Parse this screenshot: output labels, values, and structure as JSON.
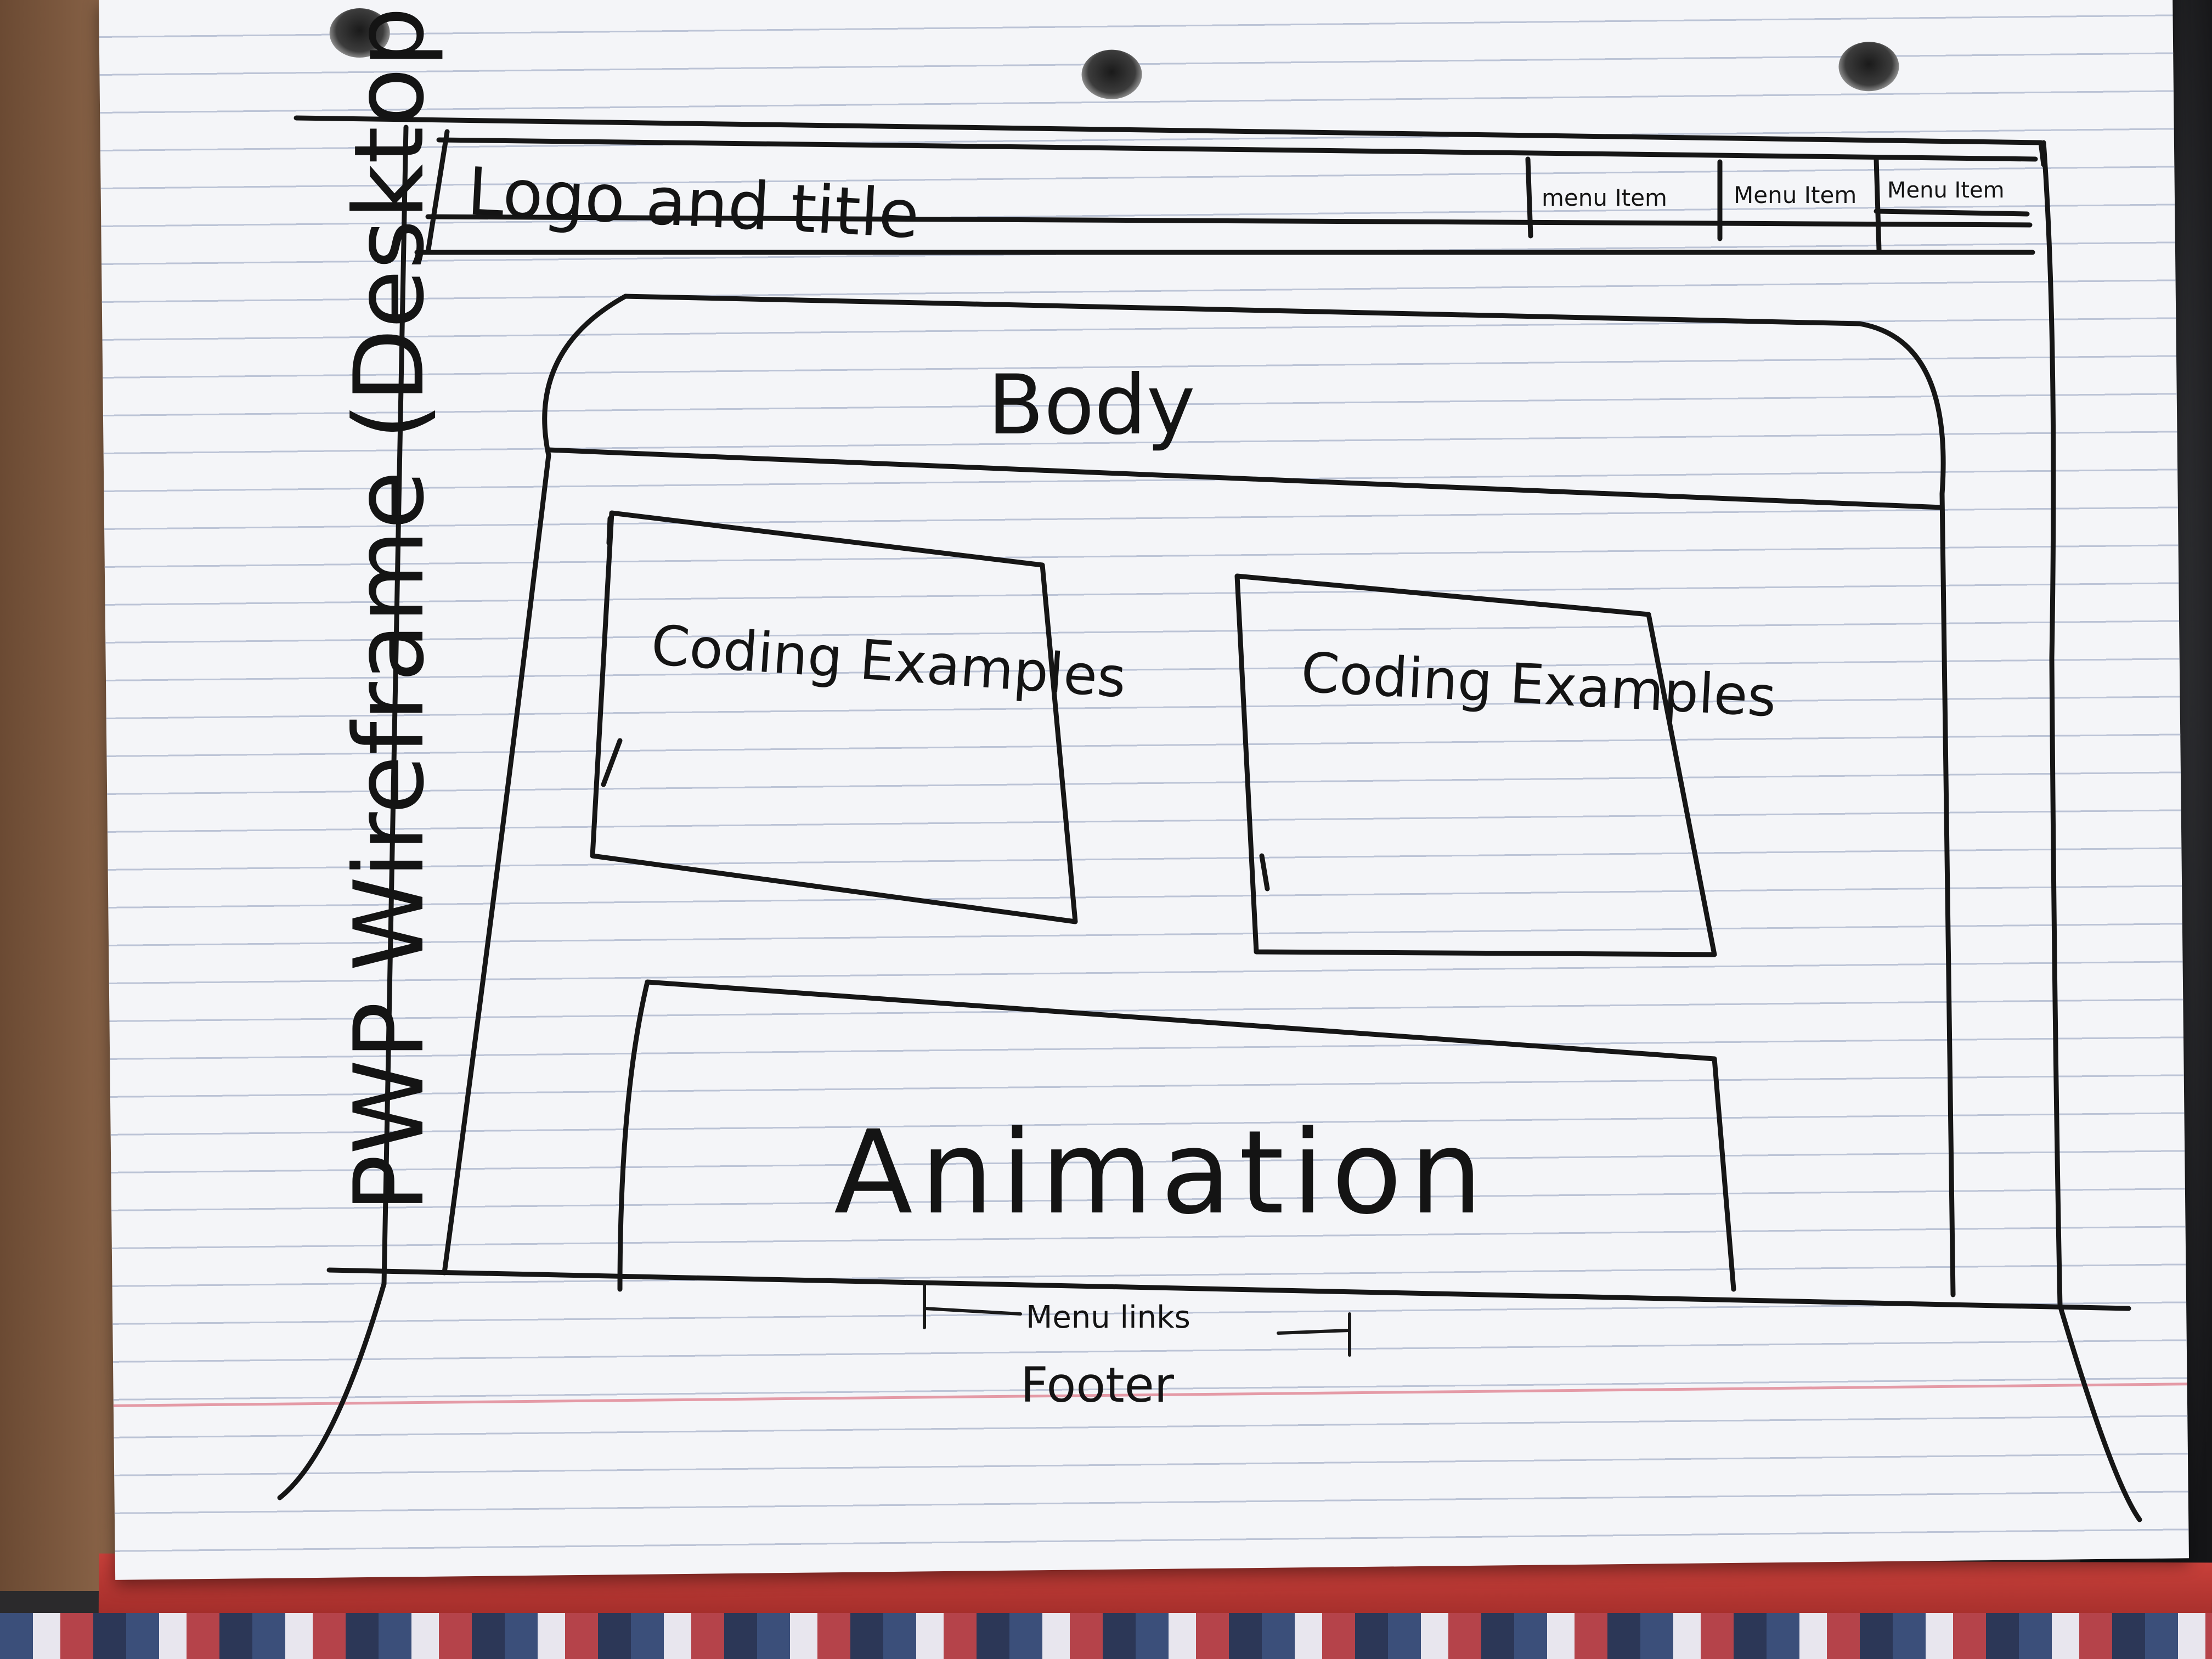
{
  "wireframe": {
    "side_title": "PWP Wireframe (Desktop)",
    "header": {
      "logo_title": "Logo and title",
      "menu_items": [
        "menu Item",
        "Menu Item",
        "Menu Item"
      ]
    },
    "body_label": "Body",
    "cards": [
      "Coding Examples",
      "Coding Examples"
    ],
    "animation_label": "Animation",
    "footer": {
      "menu_links": "Menu links",
      "label": "Footer"
    }
  }
}
